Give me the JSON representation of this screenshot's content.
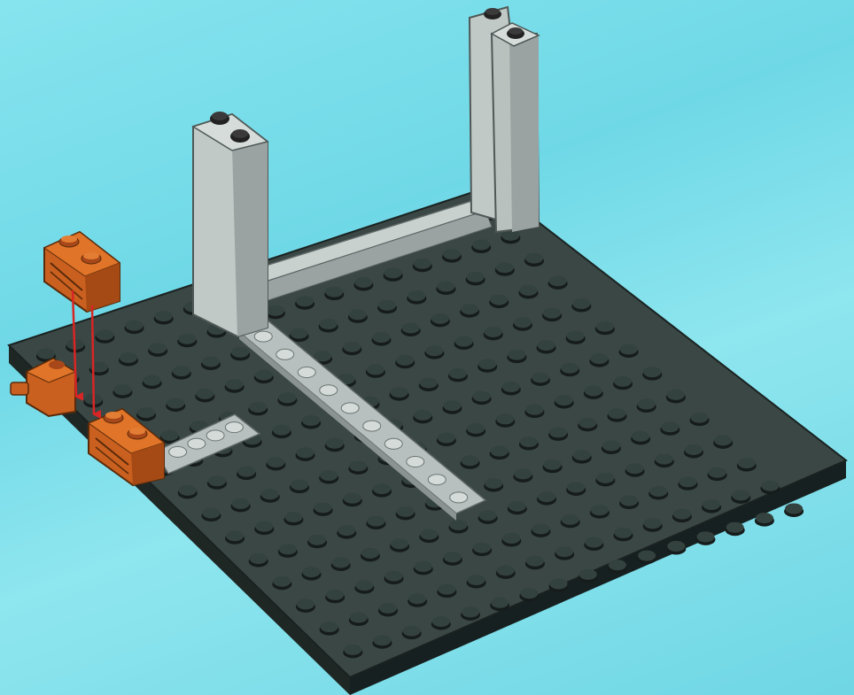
{
  "scene": {
    "colors": {
      "background": "#7ddfea",
      "baseplate": "#3a4744",
      "baseplate_dark": "#262f2d",
      "baseplate_side": "#1f2725",
      "stud_top": "#33403d",
      "stud_edge": "#161c1b",
      "gray_light": "#c7cfcd",
      "gray_mid": "#a5aeac",
      "gray_dark": "#7f8886",
      "orange_top": "#d86a22",
      "orange_side": "#b5531a",
      "orange_dark": "#8e3f12",
      "arrow": "#d92525"
    },
    "parts": [
      {
        "name": "baseplate",
        "color": "dark-gray"
      },
      {
        "name": "pillar",
        "color": "light-gray",
        "count": 3
      },
      {
        "name": "tile",
        "color": "light-gray",
        "count": 2
      },
      {
        "name": "brick-1x2",
        "color": "orange",
        "count": 3
      },
      {
        "name": "assembly-arrow",
        "color": "red",
        "count": 2
      }
    ]
  }
}
